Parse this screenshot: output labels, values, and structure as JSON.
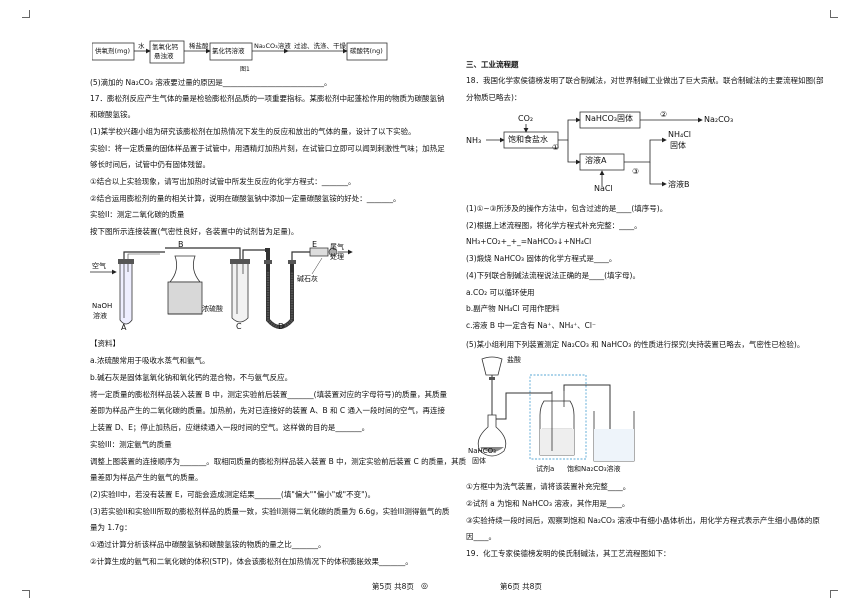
{
  "left": {
    "flow_top": {
      "box1": "供氧剂(mg)",
      "arrow1": "水",
      "box2": "氢氧化钙\n悬浊液",
      "arrow2": "稀盐酸",
      "box3": "氯化钙溶液",
      "arrow3": "Na₂CO₃溶液",
      "arrow4": "过滤、洗涤、干燥",
      "box4": "碳酸钙(ng)",
      "caption": "图1"
    },
    "q5": "(5)滴加的 Na₂CO₃ 溶液要过量的原因是___________________________。",
    "q17_l1": "17．膨松剂反应产生气体的量是检验膨松剂品质的一项重要指标。某膨松剂中起蓬松作用的物质为碳酸氢钠",
    "q17_l2": "和碳酸氢铵。",
    "q17_1": "(1)某学校兴趣小组为研究该膨松剂在加热情况下发生的反应和放出的气体的量，设计了以下实验。",
    "exp1_l1": "实验I：将一定质量的固体样品置于试管中，用酒精灯加热片刻，在试管口立即可以闻到刺激性气味；加热足",
    "exp1_l2": "够长时间后，试管中仍有固体残留。",
    "exp1_q1": "①结合以上实验现象，请写出加热时试管中所发生反应的化学方程式：_______。",
    "exp1_q2": "②结合运用膨松剂的量的相关计算，说明在碳酸氢钠中添加一定量碳酸氢铵的好处：_______。",
    "exp2_title": "实验II：测定二氧化碳的质量",
    "exp2_desc": "按下图所示连接装置(气密性良好，各装置中的试剂皆为足量)。",
    "apparatus": {
      "air": "空气",
      "naoh": "NaOH\n溶液",
      "A": "A",
      "B": "B",
      "C": "C",
      "D": "D",
      "E": "E",
      "conc": "浓硫酸",
      "soda": "碱石灰",
      "tail": "尾气\n处理"
    },
    "ref_title": "【资料】",
    "ref_a": "a.浓硫酸常用于吸收水蒸气和氨气。",
    "ref_b": "b.碱石灰是固体氢氧化钠和氧化钙的混合物，不与氨气反应。",
    "p1": "将一定质量的膨松剂样品装入装置 B 中，测定实验前后装置_______(填装置对应的字母符号)的质量，其质量",
    "p2": "差即为样品产生的二氧化碳的质量。加热前，先对已连接好的装置 A、B 和 C 通入一段时间的空气，再连接",
    "p3": "上装置 D、E；停止加热后，应继续通入一段时间的空气。这样做的目的是_______。",
    "exp3_title": "实验III：测定氨气的质量",
    "p4": "调整上图装置的连接顺序为_______。取相同质量的膨松剂样品装入装置 B 中，测定实验前后装置 C 的质量，其质",
    "p5": "量差即为样品产生的氨气的质量。",
    "q2": "(2)实验II中，若没有装置 E，可能会造成测定结果_______(填\"偏大\"\"偏小\"或\"不变\")。",
    "q3_l1": "(3)若实验II和实验III所取的膨松剂样品的质量一致，实验II测得二氧化碳的质量为 6.6g，实验III测得氨气的质",
    "q3_l2": "量为 1.7g：",
    "q3_a": "①通过计算分析该样品中碳酸氢钠和碳酸氢铵的物质的量之比_______。",
    "q3_b": "②计算生成的氨气和二氧化碳的体积(STP)，体会该膨松剂在加热情况下的体积膨胀效果_______。",
    "footer": "第5页  共8页"
  },
  "right": {
    "section": "三、工业流程题",
    "q18_l1": "18．我国化学家侯德榜发明了联合制碱法，对世界制碱工业做出了巨大贡献。联合制碱法的主要流程如图(部",
    "q18_l2": "分物质已略去)：",
    "flow": {
      "nh3": "NH₃",
      "co2": "CO₂",
      "brine": "饱和食盐水",
      "c1": "①",
      "nahco3": "NaHCO₃固体",
      "c2": "②",
      "na2co3": "Na₂CO₃",
      "solA": "溶液A",
      "c3": "③",
      "nh4cl": "NH₄Cl\n固体",
      "nacl": "NaCl",
      "solB": "溶液B"
    },
    "r1": "(1)①~③所涉及的操作方法中，包含过滤的是____(填序号)。",
    "r2": "(2)根据上述流程图，将化学方程式补充完整：____。",
    "r2_eq": "NH₃+CO₂+_+_=NaHCO₃↓+NH₄Cl",
    "r3": "(3)煅烧 NaHCO₃ 固体的化学方程式是____。",
    "r4": "(4)下列联合制碱法流程说法正确的是____(填字母)。",
    "r4a": "a.CO₂ 可以循环使用",
    "r4b": "b.副产物 NH₄Cl 可用作肥料",
    "r4c": "c.溶液 B 中一定含有 Na⁺、NH₄⁺、Cl⁻",
    "r5": "(5)某小组利用下列装置测定 Na₂CO₃ 和 NaHCO₃ 的性质进行探究(夹持装置已略去，气密性已检验)。",
    "app2": {
      "hcl": "盐酸",
      "nahco3": "NaHCO₃\n固体",
      "reagent": "试剂a",
      "sat": "饱和Na₂CO₃溶液"
    },
    "r5a": "①方框中为洗气装置，请将该装置补充完整____。",
    "r5b": "②试剂 a 为饱和 NaHCO₃ 溶液，其作用是____。",
    "r5c_l1": "③实验持续一段时间后，观察到饱和 Na₂CO₃ 溶液中有细小晶体析出，用化学方程式表示产生细小晶体的原",
    "r5c_l2": "因____。",
    "q19": "19．化工专家侯德榜发明的侯氏制碱法，其工艺流程图如下：",
    "footer": "第6页  共8页"
  }
}
